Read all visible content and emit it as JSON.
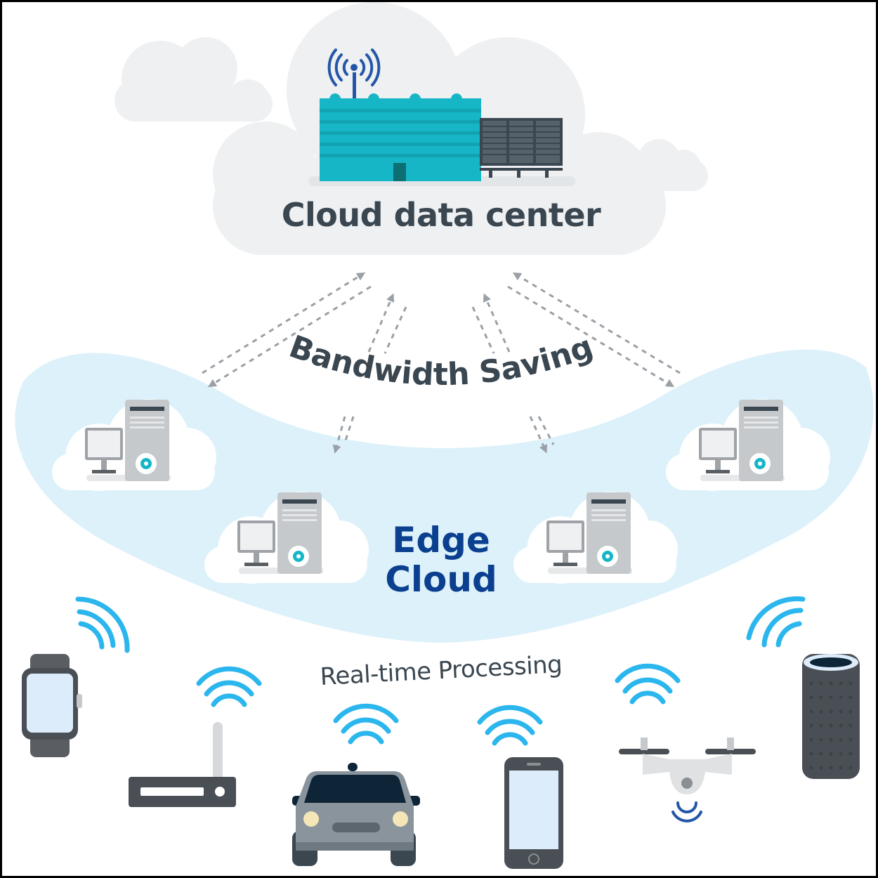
{
  "labels": {
    "top_cloud": "Cloud data center",
    "arc": "Bandwidth Saving",
    "edge_line1": "Edge",
    "edge_line2": "Cloud",
    "devices": "Real-time Processing"
  },
  "colors": {
    "cloud_gray": "#eef0f2",
    "edge_band": "#dcf1fa",
    "datacenter_teal": "#17b6c7",
    "server_rack": "#3a4650",
    "antenna_blue": "#2456a8",
    "wifi_blue": "#2bb6ee",
    "text_dark": "#3a4650",
    "edge_text": "#0b3f8f",
    "arrow_gray": "#9aa0a6",
    "device_dark": "#4a4f55",
    "car_gray": "#8a949c",
    "car_window": "#0e2437",
    "screen_light": "#dcecfb"
  },
  "icons": {
    "datacenter": "building-icon",
    "edge_nodes": "server-computer-icon",
    "connectivity": "wifi-icon",
    "devices": [
      "smartwatch-icon",
      "router-icon",
      "car-icon",
      "smartphone-icon",
      "drone-icon",
      "smart-speaker-icon"
    ]
  }
}
